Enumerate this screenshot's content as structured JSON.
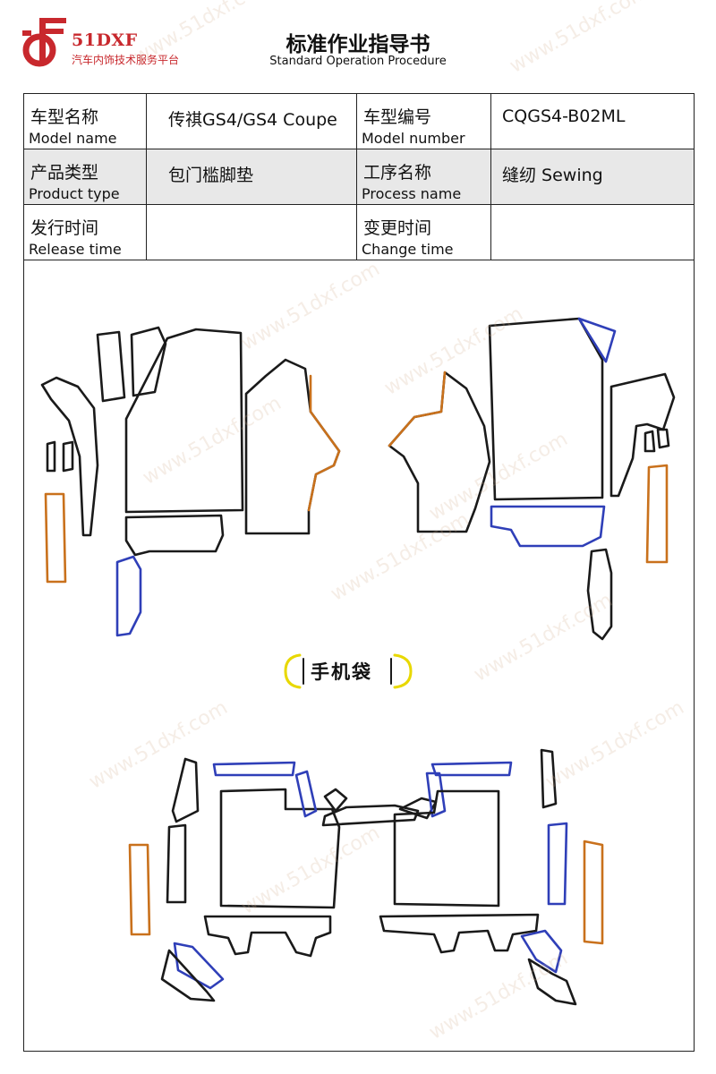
{
  "brand": {
    "name": "51DXF",
    "subtitle": "汽车内饰技术服务平台"
  },
  "title": {
    "cn": "标准作业指导书",
    "en": "Standard Operation Procedure"
  },
  "info": {
    "model_name": {
      "cn": "车型名称",
      "en": "Model name",
      "value": "传祺GS4/GS4 Coupe"
    },
    "model_number": {
      "cn": "车型编号",
      "en": "Model number",
      "value": "CQGS4-B02ML"
    },
    "product_type": {
      "cn": "产品类型",
      "en": "Product type",
      "value": "包门槛脚垫"
    },
    "process_name": {
      "cn": "工序名称",
      "en": "Process name",
      "value": "缝纫 Sewing"
    },
    "release_time": {
      "cn": "发行时间",
      "en": "Release time",
      "value": ""
    },
    "change_time": {
      "cn": "变更时间",
      "en": "Change time",
      "value": ""
    }
  },
  "drawing": {
    "pocket_label": "手机袋"
  },
  "watermark": "www.51dxf.com",
  "colors": {
    "brand": "#c8282d",
    "outline": "#1a1a1a",
    "edge_blue": "#2f3fb8",
    "edge_orange": "#c9711c",
    "pocket_yellow": "#e8d800"
  }
}
